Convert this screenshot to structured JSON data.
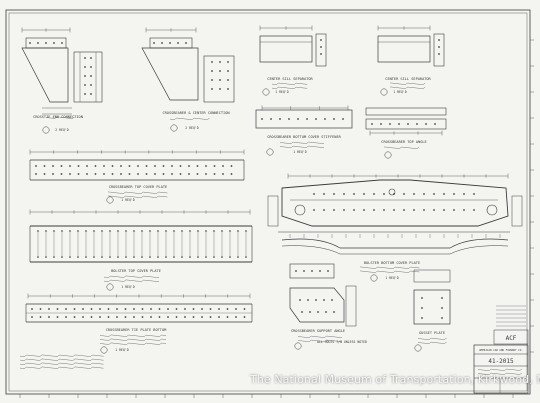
{
  "document": {
    "sheet_number": "41-2015",
    "company": "AMERICAN CAR AND FOUNDRY CO.",
    "watermark": "The National Museum of Transportation, Kirkwood, MO"
  },
  "parts": {
    "crosstie_end": "CROSSTIE END CONNECTION",
    "crossbearer_end": "CROSSBEARER & CENTER CONNECTION",
    "center_sill_1": "CENTER SILL SEPARATOR",
    "center_sill_2": "CENTER SILL SEPARATOR",
    "crossbearer_bottom": "CROSSBEARER BOTTOM COVER STIFFENER",
    "crossbearer_top_angle": "CROSSBEARER TOP ANGLE",
    "crossbearer_top_cover": "CROSSBEARER TOP COVER PLATE",
    "bolster_top_cover": "BOLSTER TOP COVER PLATE",
    "bolster_bottom_cover": "BOLSTER BOTTOM COVER PLATE",
    "crossbearer_tie_plate": "CROSSBEARER TIE PLATE BOTTOM",
    "crossbearer_support": "CROSSBEARER SUPPORT ANGLE",
    "gusset": "GUSSET PLATE"
  },
  "notes": {
    "one_required": "1 REQ'D",
    "two_required": "2 REQ'D",
    "all_holes": "ALL HOLES 7/8 UNLESS NOTED",
    "corner_revision": "ACF"
  }
}
